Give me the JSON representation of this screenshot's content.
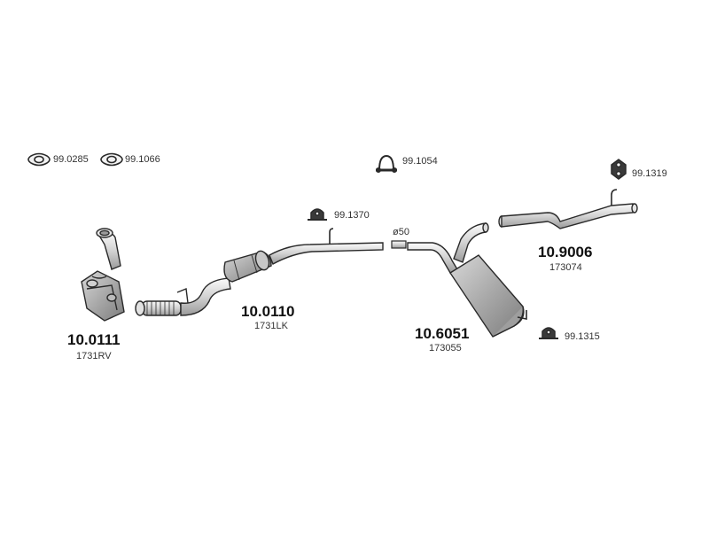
{
  "parts": {
    "cat_front": {
      "code": "10.0111",
      "ref": "1731RV"
    },
    "cat_mid": {
      "code": "10.0110",
      "ref": "1731LK"
    },
    "silencer": {
      "code": "10.6051",
      "ref": "173055"
    },
    "tailpipe": {
      "code": "10.9006",
      "ref": "173074"
    }
  },
  "accessories": {
    "gasket_a": "99.0285",
    "gasket_b": "99.1066",
    "clamp": "99.1054",
    "hanger_mid": "99.1370",
    "hanger_tail": "99.1319",
    "hanger_rear": "99.1315"
  },
  "dimension": "ø50",
  "colors": {
    "outline": "#2a2a2a",
    "metal_light": "#e6e6e6",
    "metal_mid": "#bdbdbd",
    "metal_dark": "#8a8a8a"
  }
}
